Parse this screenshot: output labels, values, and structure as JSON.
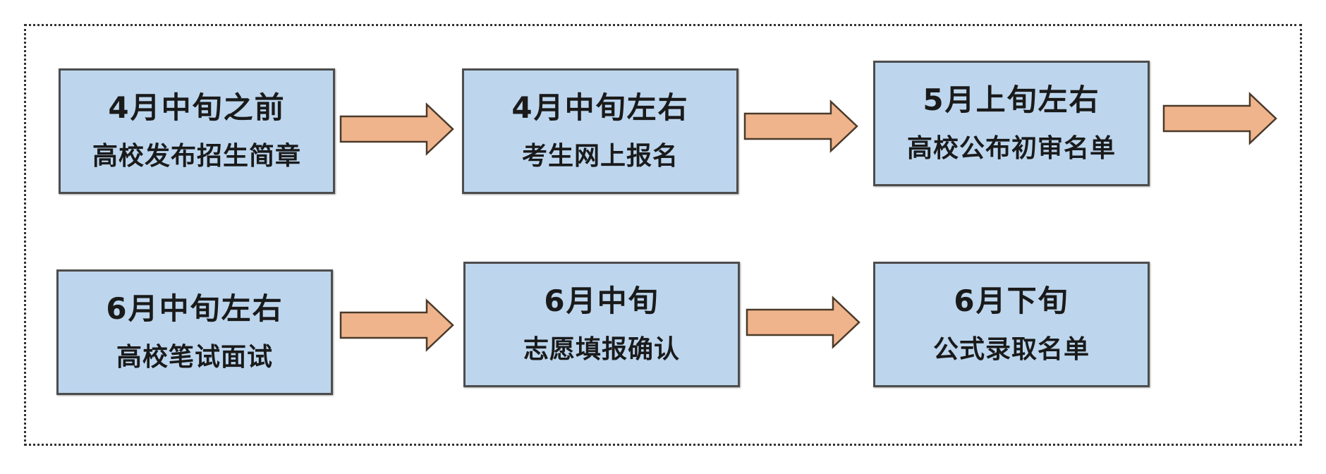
{
  "diagram": {
    "steps": [
      {
        "date": "4月中旬之前",
        "event": "高校发布招生简章"
      },
      {
        "date": "4月中旬左右",
        "event": "考生网上报名"
      },
      {
        "date": "5月上旬左右",
        "event": "高校公布初审名单"
      },
      {
        "date": "6月中旬左右",
        "event": "高校笔试面试"
      },
      {
        "date": "6月中旬",
        "event": "志愿填报确认"
      },
      {
        "date": "6月下旬",
        "event": "公式录取名单"
      }
    ]
  },
  "colors": {
    "box_fill": "#bdd6ee",
    "box_border": "#4d4d4d",
    "arrow_fill": "#f0b48c",
    "arrow_stroke": "#4a3a2a"
  }
}
